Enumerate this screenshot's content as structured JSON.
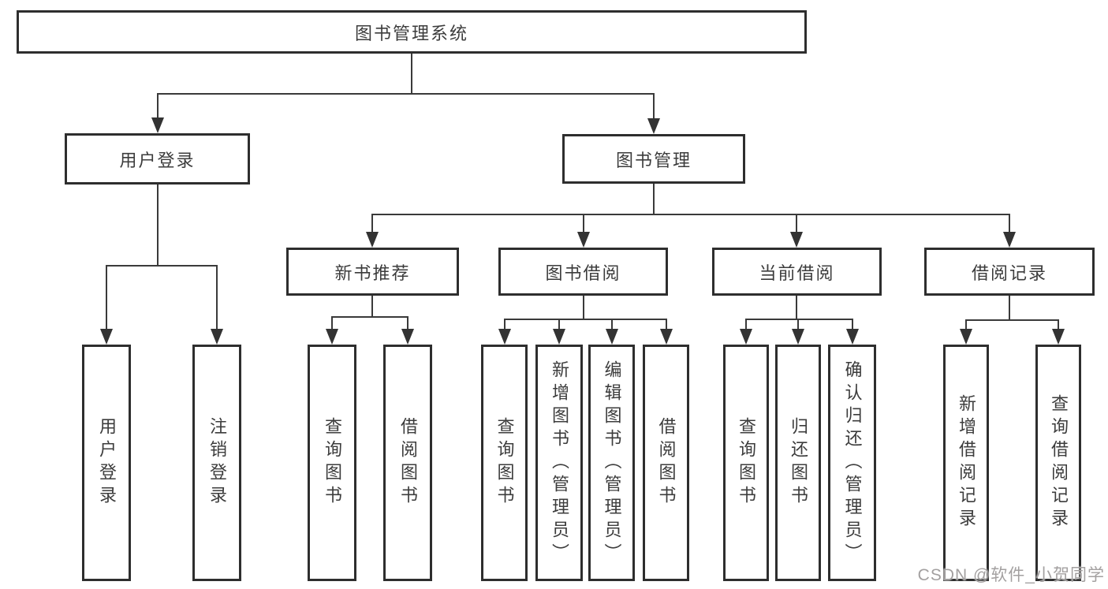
{
  "colors": {
    "background": "#ffffff",
    "box_border": "#2e2e2e",
    "connector_line": "#3a3a3a",
    "arrowhead": "#333333",
    "text": "#3c3c3c",
    "watermark": "#a3a0a0"
  },
  "tree": {
    "root": {
      "label": "图书管理系统"
    },
    "level2": [
      {
        "label": "用户登录"
      },
      {
        "label": "图书管理"
      }
    ],
    "user_login_children": [
      {
        "label": "用户登录"
      },
      {
        "label": "注销登录"
      }
    ],
    "modules": [
      {
        "label": "新书推荐",
        "children": [
          {
            "label": "查询图书"
          },
          {
            "label": "借阅图书"
          }
        ]
      },
      {
        "label": "图书借阅",
        "children": [
          {
            "label": "查询图书"
          },
          {
            "label": "新增图书（管理员）"
          },
          {
            "label": "编辑图书（管理员）"
          },
          {
            "label": "借阅图书"
          }
        ]
      },
      {
        "label": "当前借阅",
        "children": [
          {
            "label": "查询图书"
          },
          {
            "label": "归还图书"
          },
          {
            "label": "确认归还（管理员）"
          }
        ]
      },
      {
        "label": "借阅记录",
        "children": [
          {
            "label": "新增借阅记录"
          },
          {
            "label": "查询借阅记录"
          }
        ]
      }
    ]
  },
  "watermark": {
    "text": "CSDN @软件_小贺同学"
  }
}
